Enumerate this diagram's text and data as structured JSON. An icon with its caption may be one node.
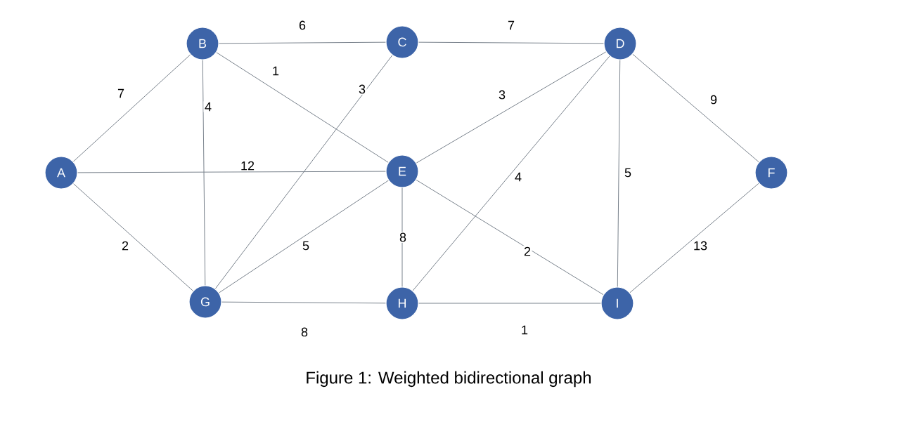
{
  "diagram": {
    "caption": "Figure 1: Weighted bidirectional graph",
    "nodes": [
      {
        "text": [
          "A"
        ]
      },
      {
        "text": [
          "B"
        ]
      },
      {
        "text": [
          "C"
        ]
      },
      {
        "text": [
          "D"
        ]
      },
      {
        "text": [
          "E"
        ]
      },
      {
        "text": [
          "F"
        ]
      },
      {
        "text": [
          "G"
        ]
      },
      {
        "text": [
          "H"
        ]
      },
      {
        "text": [
          "I"
        ]
      }
    ],
    "edges": [
      {
        "from": 0,
        "to": 1,
        "arrow": "none",
        "label": "7"
      },
      {
        "from": 0,
        "to": 4,
        "arrow": "none",
        "label": "12"
      },
      {
        "from": 0,
        "to": 6,
        "arrow": "none",
        "label": "2"
      },
      {
        "from": 1,
        "to": 2,
        "arrow": "none",
        "label": "6"
      },
      {
        "from": 1,
        "to": 4,
        "arrow": "none",
        "label": "1"
      },
      {
        "from": 1,
        "to": 6,
        "arrow": "none",
        "label": "4"
      },
      {
        "from": 2,
        "to": 3,
        "arrow": "none",
        "label": "7"
      },
      {
        "from": 2,
        "to": 6,
        "arrow": "none",
        "label": "3"
      },
      {
        "from": 3,
        "to": 4,
        "arrow": "none",
        "label": "3"
      },
      {
        "from": 3,
        "to": 7,
        "arrow": "none",
        "label": "4"
      },
      {
        "from": 3,
        "to": 8,
        "arrow": "none",
        "label": "5"
      },
      {
        "from": 3,
        "to": 5,
        "arrow": "none",
        "label": "9"
      },
      {
        "from": 4,
        "to": 6,
        "arrow": "none",
        "label": "5"
      },
      {
        "from": 4,
        "to": 7,
        "arrow": "none",
        "label": "8"
      },
      {
        "from": 4,
        "to": 8,
        "arrow": "none",
        "label": "2"
      },
      {
        "from": 6,
        "to": 7,
        "arrow": "none",
        "label": "8"
      },
      {
        "from": 7,
        "to": 8,
        "arrow": "none",
        "label": "1"
      },
      {
        "from": 5,
        "to": 8,
        "arrow": "none",
        "label": "13"
      }
    ]
  }
}
